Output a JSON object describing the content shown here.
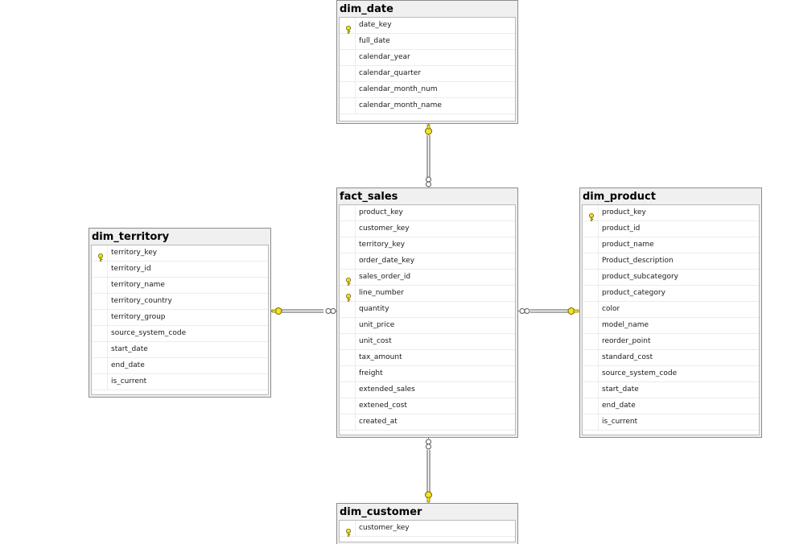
{
  "tables": [
    {
      "id": "dim_date",
      "name": "dim_date",
      "columns": [
        {
          "name": "date_key",
          "key": true
        },
        {
          "name": "full_date",
          "key": false
        },
        {
          "name": "calendar_year",
          "key": false
        },
        {
          "name": "calendar_quarter",
          "key": false
        },
        {
          "name": "calendar_month_num",
          "key": false
        },
        {
          "name": "calendar_month_name",
          "key": false
        }
      ]
    },
    {
      "id": "fact_sales",
      "name": "fact_sales",
      "columns": [
        {
          "name": "product_key",
          "key": false
        },
        {
          "name": "customer_key",
          "key": false
        },
        {
          "name": "territory_key",
          "key": false
        },
        {
          "name": "order_date_key",
          "key": false
        },
        {
          "name": "sales_order_id",
          "key": true
        },
        {
          "name": "line_number",
          "key": true
        },
        {
          "name": "quantity",
          "key": false
        },
        {
          "name": "unit_price",
          "key": false
        },
        {
          "name": "unit_cost",
          "key": false
        },
        {
          "name": "tax_amount",
          "key": false
        },
        {
          "name": "freight",
          "key": false
        },
        {
          "name": "extended_sales",
          "key": false
        },
        {
          "name": "extened_cost",
          "key": false
        },
        {
          "name": "created_at",
          "key": false
        }
      ]
    },
    {
      "id": "dim_territory",
      "name": "dim_territory",
      "columns": [
        {
          "name": "territory_key",
          "key": true
        },
        {
          "name": "territory_id",
          "key": false
        },
        {
          "name": "territory_name",
          "key": false
        },
        {
          "name": "territory_country",
          "key": false
        },
        {
          "name": "territory_group",
          "key": false
        },
        {
          "name": "source_system_code",
          "key": false
        },
        {
          "name": "start_date",
          "key": false
        },
        {
          "name": "end_date",
          "key": false
        },
        {
          "name": "is_current",
          "key": false
        }
      ]
    },
    {
      "id": "dim_product",
      "name": "dim_product",
      "columns": [
        {
          "name": "product_key",
          "key": true
        },
        {
          "name": "product_id",
          "key": false
        },
        {
          "name": "product_name",
          "key": false
        },
        {
          "name": "Product_description",
          "key": false
        },
        {
          "name": "product_subcategory",
          "key": false
        },
        {
          "name": "product_category",
          "key": false
        },
        {
          "name": "color",
          "key": false
        },
        {
          "name": "model_name",
          "key": false
        },
        {
          "name": "reorder_point",
          "key": false
        },
        {
          "name": "standard_cost",
          "key": false
        },
        {
          "name": "source_system_code",
          "key": false
        },
        {
          "name": "start_date",
          "key": false
        },
        {
          "name": "end_date",
          "key": false
        },
        {
          "name": "is_current",
          "key": false
        }
      ]
    },
    {
      "id": "dim_customer",
      "name": "dim_customer",
      "columns": [
        {
          "name": "customer_key",
          "key": true
        }
      ]
    }
  ],
  "relationships": [
    {
      "from": "fact_sales",
      "to": "dim_date",
      "cardinality": "many-to-one"
    },
    {
      "from": "fact_sales",
      "to": "dim_territory",
      "cardinality": "many-to-one"
    },
    {
      "from": "fact_sales",
      "to": "dim_product",
      "cardinality": "many-to-one"
    },
    {
      "from": "fact_sales",
      "to": "dim_customer",
      "cardinality": "many-to-one"
    }
  ],
  "colors": {
    "key_fill": "#f2e422",
    "key_stroke": "#6b6200",
    "connector": "#555555"
  }
}
